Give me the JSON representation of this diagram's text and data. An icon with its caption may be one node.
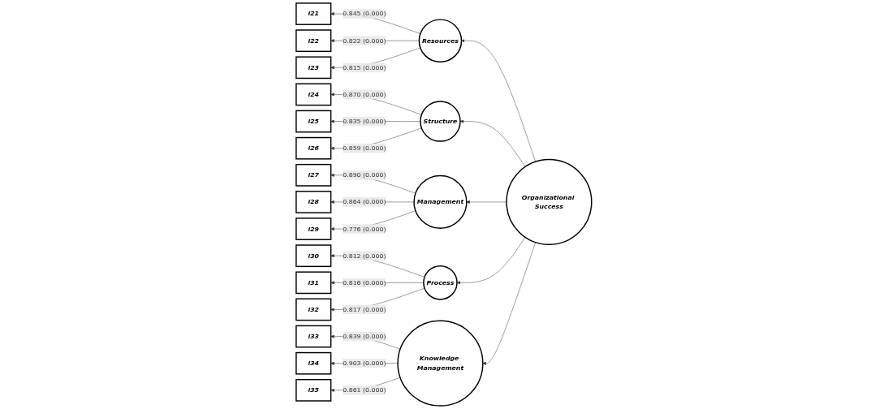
{
  "diagram": {
    "nodes": [
      {
        "text": [
          "i21"
        ]
      },
      {
        "text": [
          "i22"
        ]
      },
      {
        "text": [
          "i23"
        ]
      },
      {
        "text": [
          "i24"
        ]
      },
      {
        "text": [
          "i25"
        ]
      },
      {
        "text": [
          "i26"
        ]
      },
      {
        "text": [
          "i27"
        ]
      },
      {
        "text": [
          "i28"
        ]
      },
      {
        "text": [
          "i29"
        ]
      },
      {
        "text": [
          "Resources"
        ]
      },
      {
        "text": [
          "Structure"
        ]
      },
      {
        "text": [
          "Management"
        ]
      },
      {
        "text": [
          "Organizational Success"
        ]
      },
      {
        "text": [
          "Process"
        ]
      },
      {
        "text": [
          "Knowledge Management"
        ]
      },
      {
        "text": [
          "i30"
        ]
      },
      {
        "text": [
          "i31"
        ]
      },
      {
        "text": [
          "i32"
        ]
      },
      {
        "text": [
          "i33"
        ]
      },
      {
        "text": [
          "i34"
        ]
      },
      {
        "text": [
          "i35"
        ]
      }
    ],
    "edges": [
      {
        "from": 12,
        "to": 9,
        "arrow": "to"
      },
      {
        "from": 12,
        "to": 10,
        "arrow": "to"
      },
      {
        "from": 12,
        "to": 11,
        "arrow": "to"
      },
      {
        "from": 12,
        "to": 13,
        "arrow": "to"
      },
      {
        "from": 12,
        "to": 14,
        "arrow": "to"
      },
      {
        "from": 9,
        "to": 0,
        "arrow": "to",
        "label": "0.845 (0.000)"
      },
      {
        "from": 9,
        "to": 1,
        "arrow": "to",
        "label": "0.822 (0.000)"
      },
      {
        "from": 9,
        "to": 2,
        "arrow": "to",
        "label": "0.815 (0.000)"
      },
      {
        "from": 10,
        "to": 3,
        "arrow": "to",
        "label": "0.870 (0.000)"
      },
      {
        "from": 10,
        "to": 4,
        "arrow": "to",
        "label": "0.835 (0.000)"
      },
      {
        "from": 10,
        "to": 5,
        "arrow": "to",
        "label": "0.859 (0.000)"
      },
      {
        "from": 11,
        "to": 6,
        "arrow": "to",
        "label": "0.890 (0.000)"
      },
      {
        "from": 11,
        "to": 7,
        "arrow": "to",
        "label": "0.864 (0.000)"
      },
      {
        "from": 11,
        "to": 8,
        "arrow": "to",
        "label": "0.776 (0.000)"
      },
      {
        "from": 13,
        "to": 15,
        "arrow": "to",
        "label": "0.812 (0.000)"
      },
      {
        "from": 13,
        "to": 16,
        "arrow": "to",
        "label": "0.816 (0.000)"
      },
      {
        "from": 13,
        "to": 17,
        "arrow": "to",
        "label": "0.817 (0.000)"
      },
      {
        "from": 14,
        "to": 18,
        "arrow": "to",
        "label": "0.839 (0.000)"
      },
      {
        "from": 14,
        "to": 19,
        "arrow": "to",
        "label": "0.903 (0.000)"
      },
      {
        "from": 14,
        "to": 20,
        "arrow": "to",
        "label": "0.861 (0.000)"
      }
    ]
  }
}
